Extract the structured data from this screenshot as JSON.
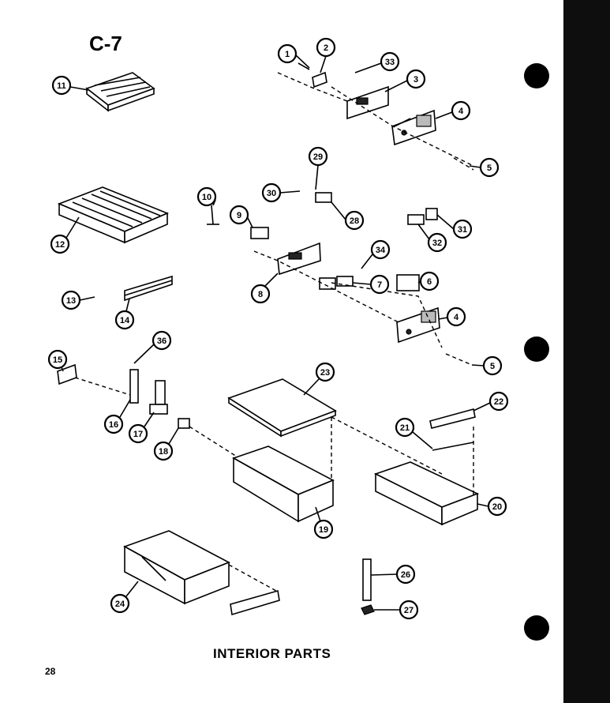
{
  "header": {
    "code": "C-7"
  },
  "footer": {
    "caption": "INTERIOR PARTS",
    "page_number": "28"
  },
  "callouts": [
    "1",
    "2",
    "33",
    "3",
    "4",
    "5",
    "11",
    "12",
    "10",
    "9",
    "30",
    "29",
    "28",
    "31",
    "32",
    "34",
    "6",
    "7",
    "8",
    "13",
    "14",
    "4",
    "5",
    "15",
    "36",
    "16",
    "17",
    "18",
    "23",
    "22",
    "21",
    "19",
    "20",
    "24",
    "26",
    "27"
  ],
  "colors": {
    "ink": "#000000",
    "paper": "#ffffff",
    "binder": "#0e0e0e"
  }
}
